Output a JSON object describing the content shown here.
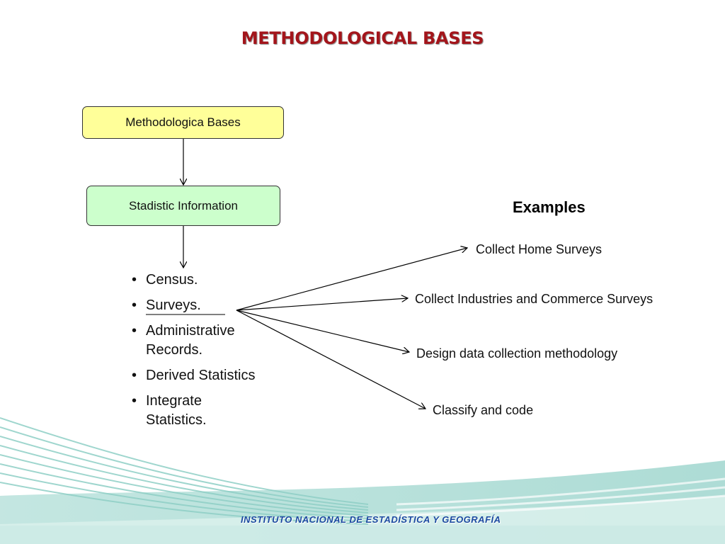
{
  "title": "METHODOLOGICAL BASES",
  "boxes": {
    "top": "Methodologica Bases",
    "middle": "Stadistic Information"
  },
  "examples_heading": "Examples",
  "bullets": [
    "Census.",
    "Surveys.",
    "Administrative Records.",
    "Derived Statistics",
    "Integrate Statistics."
  ],
  "examples": [
    "Collect Home Surveys",
    "Collect Industries and Commerce Surveys",
    "Design data collection methodology",
    "Classify and code"
  ],
  "footer": "INSTITUTO NACIONAL  DE ESTADÍSTICA Y GEOGRAFÍA",
  "colors": {
    "title": "#a3151b",
    "top_box": "#ffff99",
    "middle_box": "#ccffcc",
    "wave_teal": "#8fcfc6",
    "footer_text": "#1b4aa0"
  }
}
